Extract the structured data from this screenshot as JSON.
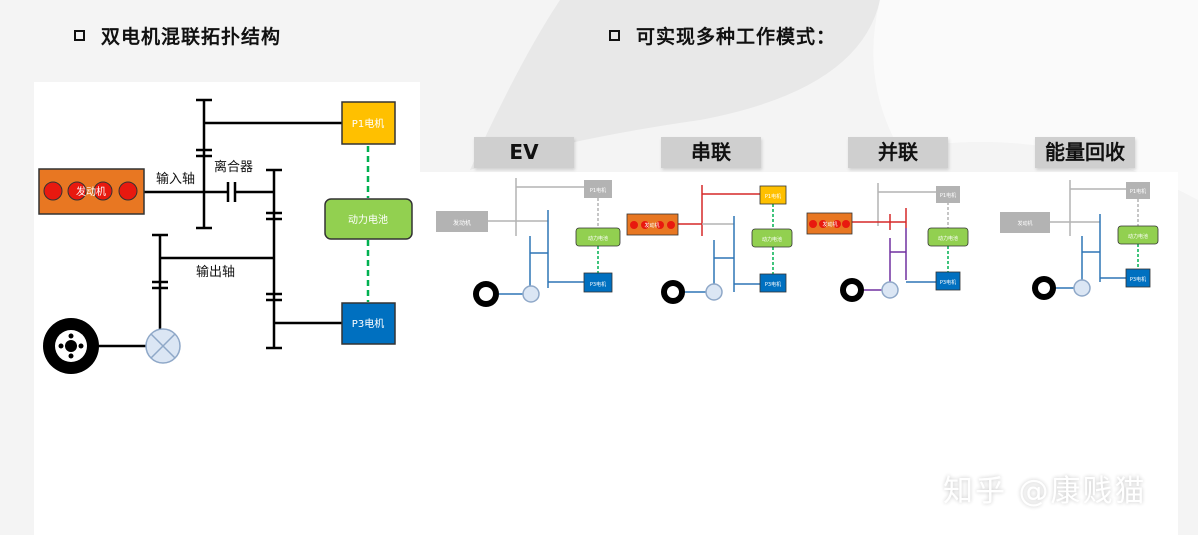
{
  "headings": {
    "left": "双电机混联拓扑结构",
    "right": "可实现多种工作模式："
  },
  "main_diagram": {
    "engine_label": "发动机",
    "p1_label": "P1电机",
    "battery_label": "动力电池",
    "p3_label": "P3电机",
    "clutch_label": "离合器",
    "input_shaft_label": "输入轴",
    "output_shaft_label": "输出轴"
  },
  "modes": [
    {
      "label": "EV",
      "engine": "发动机",
      "p1": "P1电机",
      "battery": "动力电池",
      "p3": "P3电机"
    },
    {
      "label": "串联",
      "engine": "发动机",
      "p1": "P1电机",
      "battery": "动力电池",
      "p3": "P3电机"
    },
    {
      "label": "并联",
      "engine": "发动机",
      "p1": "P1电机",
      "battery": "动力电池",
      "p3": "P3电机"
    },
    {
      "label": "能量回收",
      "engine": "发动机",
      "p1": "P1电机",
      "battery": "动力电池",
      "p3": "P3电机"
    }
  ],
  "watermark": "知乎 @康贱猫",
  "colors": {
    "engine": "#e87722",
    "engine_circle": "#e8190f",
    "p1": "#ffc000",
    "battery": "#92d050",
    "p3": "#0070c0",
    "inactive": "#b3b3b3",
    "ev_path": "#2e75b6",
    "series_path": "#d62828",
    "parallel_path": "#7030a0"
  }
}
